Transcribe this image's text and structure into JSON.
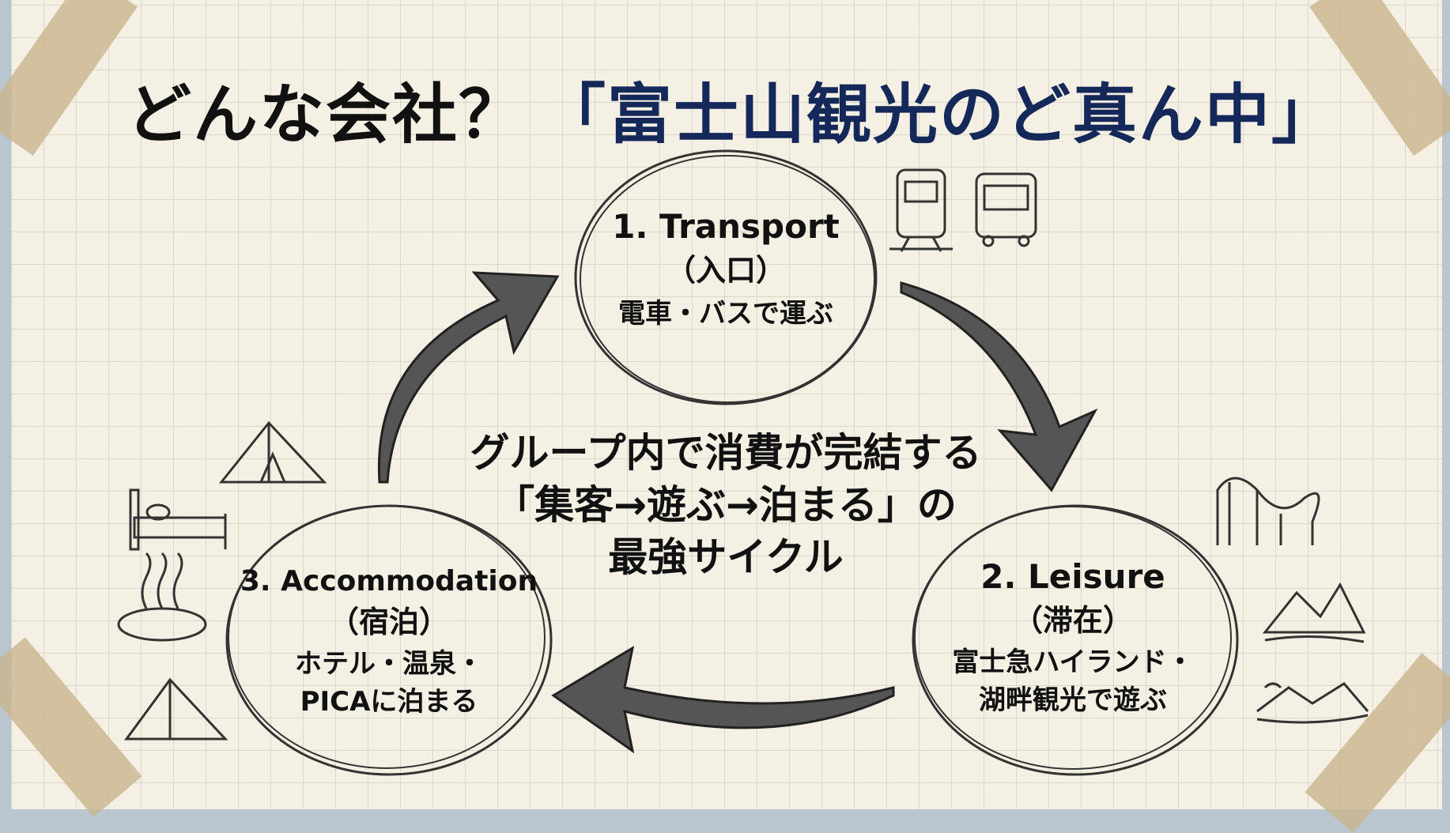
{
  "title": {
    "prefix": "どんな会社？",
    "highlight": "「富士山観光のど真ん中」"
  },
  "nodes": [
    {
      "heading": "1. Transport",
      "sub": "（入口）",
      "desc": [
        "電車・バスで運ぶ"
      ]
    },
    {
      "heading": "2. Leisure",
      "sub": "（滞在）",
      "desc": [
        "富士急ハイランド・",
        "湖畔観光で遊ぶ"
      ]
    },
    {
      "heading": "3. Accommodation",
      "sub": "（宿泊）",
      "desc": [
        "ホテル・温泉・",
        "PICAに泊まる"
      ]
    }
  ],
  "center": {
    "lines": [
      "グループ内で消費が完結する",
      "「集客→遊ぶ→泊まる」の",
      "最強サイクル"
    ]
  },
  "colors": {
    "title_accent": "#15285a",
    "ink": "#111111",
    "paper": "#f4f0e3"
  }
}
